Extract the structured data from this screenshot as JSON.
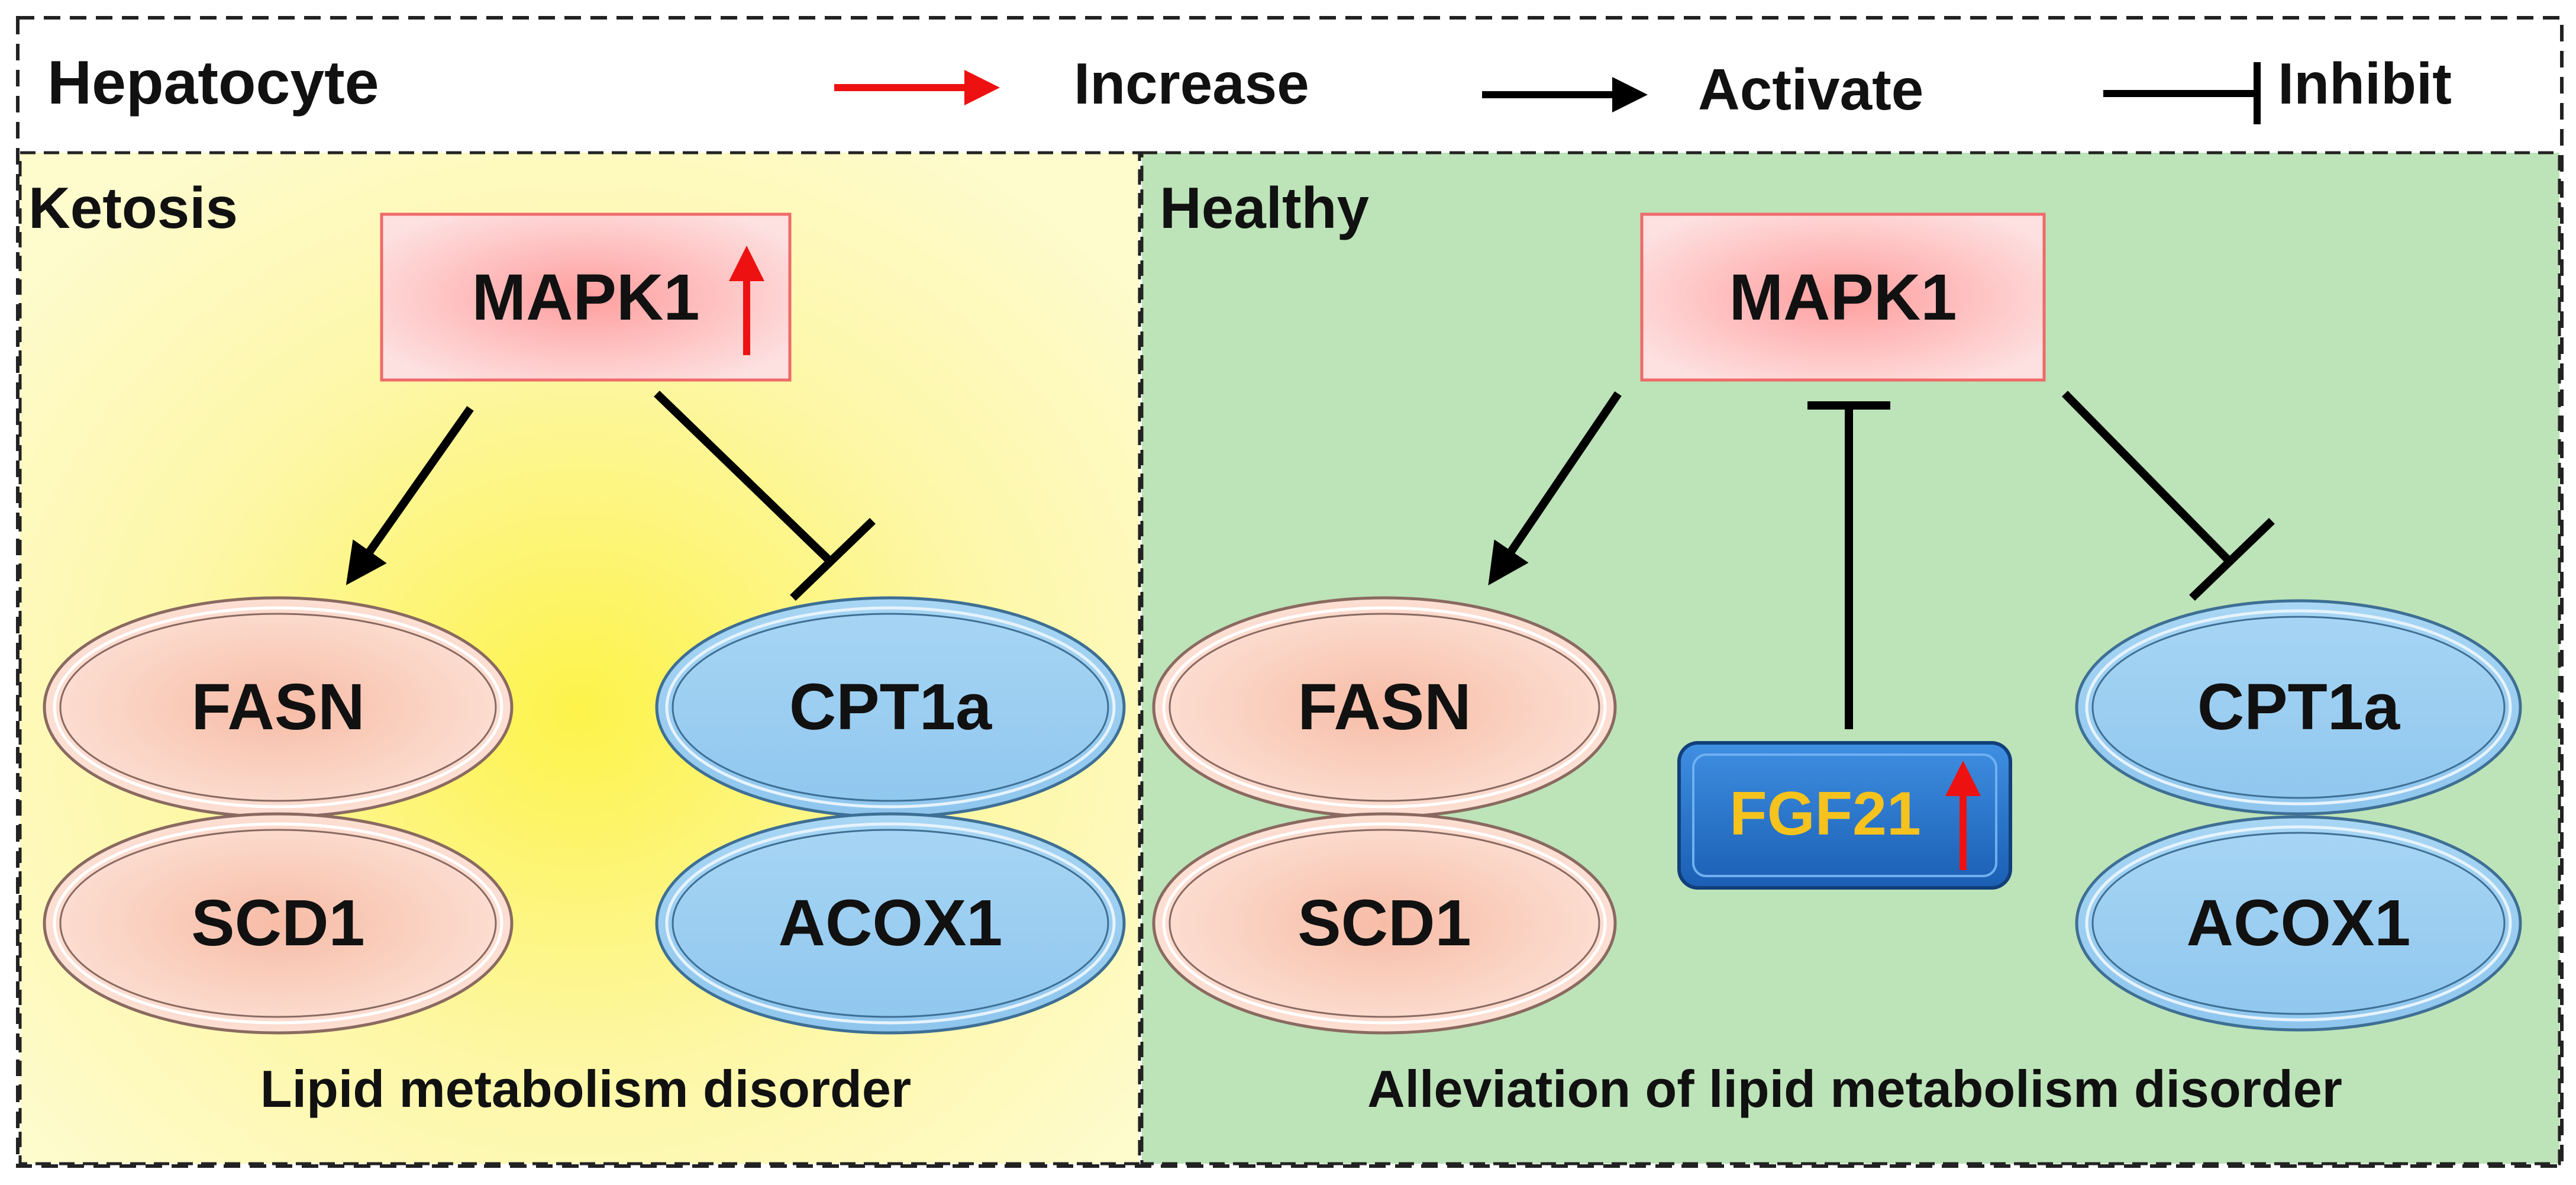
{
  "header": {
    "title": "Hepatocyte",
    "legend": {
      "increase_label": "Increase",
      "activate_label": "Activate",
      "inhibit_label": "Inhibit"
    }
  },
  "colors": {
    "increase": "#ee1111",
    "activate": "#000000",
    "ketosis_bg": "#fdf9b8",
    "ketosis_glow": "#fdf34a",
    "healthy_bg": "#bde3b8",
    "mapk_fill": "#fbb9b9",
    "pink_ellipse": "#f9c9b6",
    "blue_ellipse": "#a3d2f2",
    "fgf21_fill": "#2a78d0",
    "fgf21_text": "#f6c21d"
  },
  "ketosis": {
    "title": "Ketosis",
    "mapk_label": "MAPK1",
    "fasn_label": "FASN",
    "scd1_label": "SCD1",
    "cpt1a_label": "CPT1a",
    "acox1_label": "ACOX1",
    "footer": "Lipid metabolism disorder"
  },
  "healthy": {
    "title": "Healthy",
    "mapk_label": "MAPK1",
    "fasn_label": "FASN",
    "scd1_label": "SCD1",
    "cpt1a_label": "CPT1a",
    "acox1_label": "ACOX1",
    "fgf21_label": "FGF21",
    "footer": "Alleviation of lipid metabolism disorder"
  }
}
